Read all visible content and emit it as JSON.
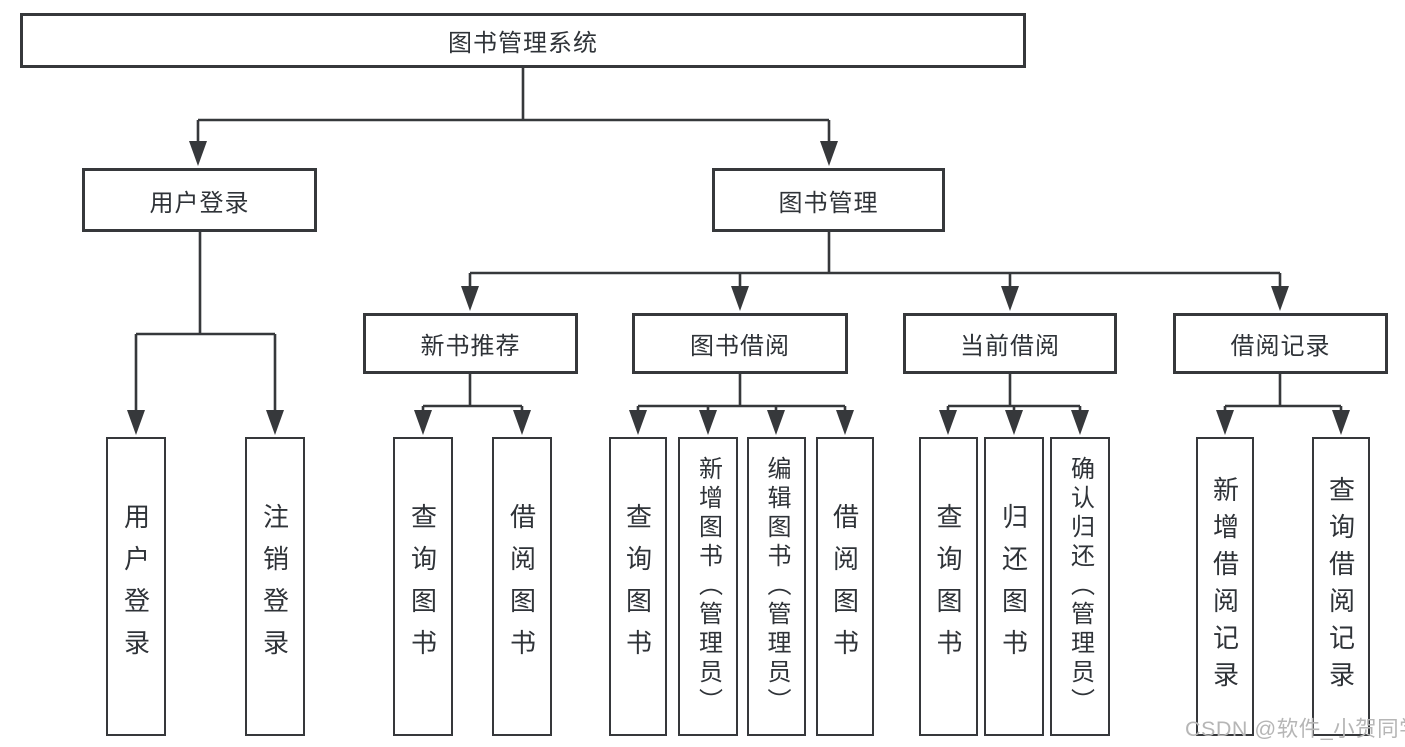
{
  "diagram": {
    "title": "图书管理系统",
    "root": {
      "label": "图书管理系统"
    },
    "level2": [
      {
        "label": "用户登录"
      },
      {
        "label": "图书管理"
      }
    ],
    "level3": [
      {
        "label": "新书推荐"
      },
      {
        "label": "图书借阅"
      },
      {
        "label": "当前借阅"
      },
      {
        "label": "借阅记录"
      }
    ],
    "leaves": [
      {
        "label": "用户登录",
        "parent": "用户登录"
      },
      {
        "label": "注销登录",
        "parent": "用户登录"
      },
      {
        "label": "查询图书",
        "parent": "新书推荐"
      },
      {
        "label": "借阅图书",
        "parent": "新书推荐"
      },
      {
        "label": "查询图书",
        "parent": "图书借阅"
      },
      {
        "label": "新增图书（管理员）",
        "parent": "图书借阅"
      },
      {
        "label": "编辑图书（管理员）",
        "parent": "图书借阅"
      },
      {
        "label": "借阅图书",
        "parent": "图书借阅"
      },
      {
        "label": "查询图书",
        "parent": "当前借阅"
      },
      {
        "label": "归还图书",
        "parent": "当前借阅"
      },
      {
        "label": "确认归还（管理员）",
        "parent": "当前借阅"
      },
      {
        "label": "新增借阅记录",
        "parent": "借阅记录"
      },
      {
        "label": "查询借阅记录",
        "parent": "借阅记录"
      }
    ],
    "watermark": "CSDN @软件_小贺同学",
    "colors": {
      "line": "#36383b",
      "text": "#2f3338",
      "watermark": "#b6b6b6",
      "background": "#ffffff"
    }
  }
}
